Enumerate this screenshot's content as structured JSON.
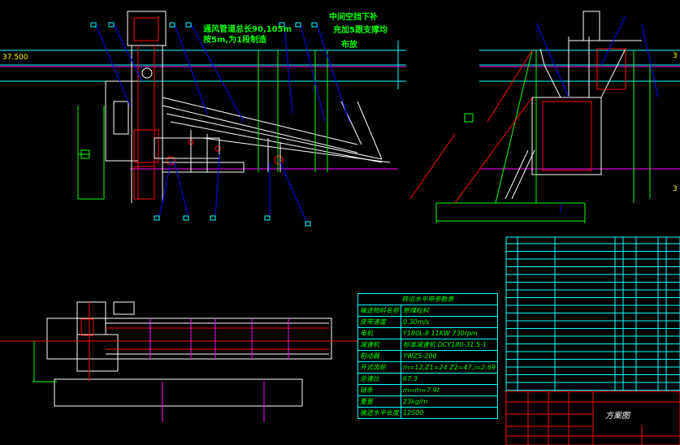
{
  "annotations": {
    "duct_line1": "通风管道总长90,105m",
    "duct_line2": "按5m,为1段制造",
    "support_line1": "中间空挡下补",
    "support_line2": "充加5跟支撑均",
    "support_line3": "布放"
  },
  "elevations": {
    "left": "37.500",
    "right_top": "3",
    "right_bottom": "3"
  },
  "param_table": {
    "title": "转运水平带参数表",
    "rows": [
      {
        "key": "输送物料名称",
        "value": "原煤粒料"
      },
      {
        "key": "皮带速度",
        "value": "0.30m/s"
      },
      {
        "key": "电机",
        "value": "Y180L-8  11KW   730rpm"
      },
      {
        "key": "减速机",
        "value": "标准减速机  DCY180-31.5-1"
      },
      {
        "key": "制动器",
        "value": "YWZ5-200"
      },
      {
        "key": "开式齿轮",
        "value": "m=12,Z1=24  Z2=47,i=2.69"
      },
      {
        "key": "总速比",
        "value": "67.3"
      },
      {
        "key": "链条",
        "value": "m=m=7.9t"
      },
      {
        "key": "重量",
        "value": "23kg/m"
      },
      {
        "key": "输送水平长度",
        "value": "12500"
      }
    ]
  },
  "title_block": {
    "drawing_title": "方案图"
  },
  "colors": {
    "background": "#000000",
    "cyan": "#00ffff",
    "green": "#00ff00",
    "magenta": "#ff00ff",
    "red": "#ff0000",
    "white": "#ffffff",
    "yellow": "#ffff00",
    "blue": "#0000ff"
  }
}
